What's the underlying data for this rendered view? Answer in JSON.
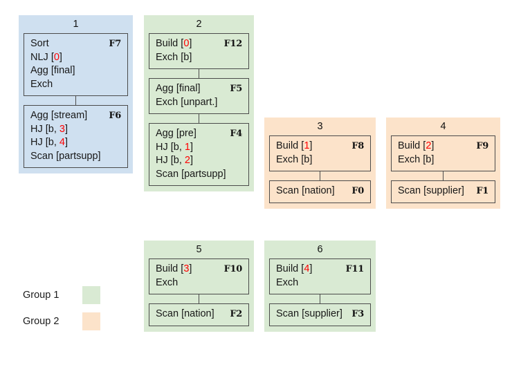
{
  "diagram": {
    "colors": {
      "group_blue": "#cfe0f0",
      "group_green": "#d9ead3",
      "group_orange": "#fce3ca",
      "node_border": "#4a4a4a",
      "highlight": "#ff0000"
    },
    "groups": [
      {
        "title": "1",
        "fill": "#cfe0f0",
        "nodes": [
          {
            "lines": [
              {
                "op": "Sort",
                "frag": "F7"
              },
              {
                "op": "NLJ [",
                "red": "0",
                "op_tail": "]",
                "frag": ""
              },
              {
                "op": "Agg [final]",
                "frag": ""
              },
              {
                "op": "Exch",
                "frag": ""
              }
            ]
          },
          {
            "lines": [
              {
                "op": "Agg [stream]",
                "frag": "F6"
              },
              {
                "op": "HJ [b, ",
                "red": "3",
                "op_tail": "]",
                "frag": ""
              },
              {
                "op": "HJ [b, ",
                "red": "4",
                "op_tail": "]",
                "frag": ""
              },
              {
                "op": "Scan [partsupp]",
                "frag": ""
              }
            ]
          }
        ]
      },
      {
        "title": "2",
        "fill": "#d9ead3",
        "nodes": [
          {
            "lines": [
              {
                "op": "Build [",
                "red": "0",
                "op_tail": "]",
                "frag": "F12"
              },
              {
                "op": "Exch [b]",
                "frag": ""
              }
            ]
          },
          {
            "lines": [
              {
                "op": "Agg [final]",
                "frag": "F5"
              },
              {
                "op": "Exch [unpart.]",
                "frag": ""
              }
            ]
          },
          {
            "lines": [
              {
                "op": "Agg [pre]",
                "frag": "F4"
              },
              {
                "op": "HJ [b, ",
                "red": "1",
                "op_tail": "]",
                "frag": ""
              },
              {
                "op": "HJ [b, ",
                "red": "2",
                "op_tail": "]",
                "frag": ""
              },
              {
                "op": "Scan [partsupp]",
                "frag": ""
              }
            ]
          }
        ]
      },
      {
        "title": "3",
        "fill": "#fce3ca",
        "nodes": [
          {
            "lines": [
              {
                "op": "Build [",
                "red": "1",
                "op_tail": "]",
                "frag": "F8"
              },
              {
                "op": "Exch [b]",
                "frag": ""
              }
            ]
          },
          {
            "lines": [
              {
                "op": "Scan [nation]",
                "frag": "F0"
              }
            ]
          }
        ]
      },
      {
        "title": "4",
        "fill": "#fce3ca",
        "nodes": [
          {
            "lines": [
              {
                "op": "Build [",
                "red": "2",
                "op_tail": "]",
                "frag": "F9"
              },
              {
                "op": "Exch [b]",
                "frag": ""
              }
            ]
          },
          {
            "lines": [
              {
                "op": "Scan [supplier]",
                "frag": "F1"
              }
            ]
          }
        ]
      },
      {
        "title": "5",
        "fill": "#d9ead3",
        "nodes": [
          {
            "lines": [
              {
                "op": "Build [",
                "red": "3",
                "op_tail": "]",
                "frag": "F10"
              },
              {
                "op": "Exch",
                "frag": ""
              }
            ]
          },
          {
            "lines": [
              {
                "op": "Scan [nation]",
                "frag": "F2"
              }
            ]
          }
        ]
      },
      {
        "title": "6",
        "fill": "#d9ead3",
        "nodes": [
          {
            "lines": [
              {
                "op": "Build [",
                "red": "4",
                "op_tail": "]",
                "frag": "F11"
              },
              {
                "op": "Exch",
                "frag": ""
              }
            ]
          },
          {
            "lines": [
              {
                "op": "Scan [supplier]",
                "frag": "F3"
              }
            ]
          }
        ]
      }
    ],
    "legend": [
      {
        "label": "Group 1",
        "color": "#d9ead3"
      },
      {
        "label": "Group 2",
        "color": "#fce3ca"
      }
    ]
  }
}
